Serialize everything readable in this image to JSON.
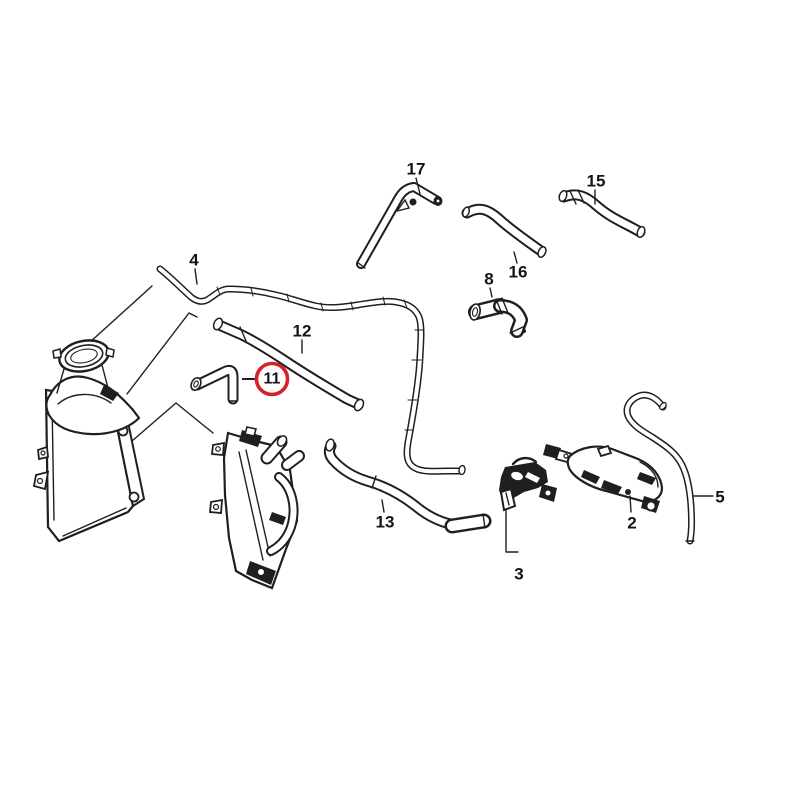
{
  "canvas": {
    "background": "#ffffff",
    "ink_color": "#1f1f1f"
  },
  "labels": {
    "2": "2",
    "3": "3",
    "4": "4",
    "5": "5",
    "8": "8",
    "11": "11",
    "12": "12",
    "13": "13",
    "15": "15",
    "16": "16",
    "17": "17"
  },
  "highlight": {
    "selected_part": "11",
    "circle_color": "#d5232b"
  }
}
